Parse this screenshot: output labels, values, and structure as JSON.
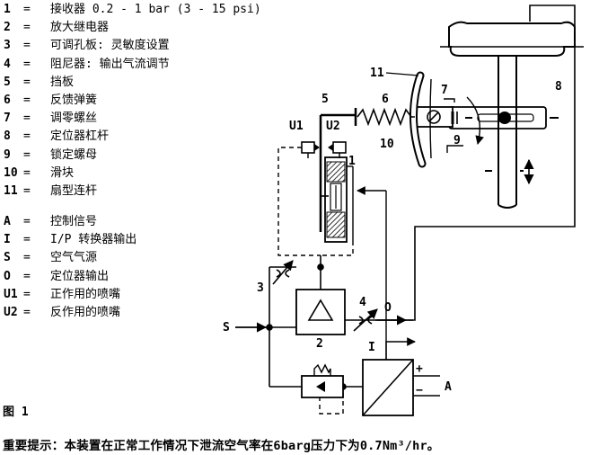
{
  "legend_top": [
    {
      "key": "1",
      "text": "接收器 0.2 - 1 bar (3 - 15 psi)"
    },
    {
      "key": "2",
      "text": "放大继电器"
    },
    {
      "key": "3",
      "text": "可调孔板: 灵敏度设置"
    },
    {
      "key": "4",
      "text": "阻尼器: 输出气流调节"
    },
    {
      "key": "5",
      "text": "挡板"
    },
    {
      "key": "6",
      "text": "反馈弹簧"
    },
    {
      "key": "7",
      "text": "调零螺丝"
    },
    {
      "key": "8",
      "text": "定位器杠杆"
    },
    {
      "key": "9",
      "text": "锁定螺母"
    },
    {
      "key": "10",
      "text": "滑块"
    },
    {
      "key": "11",
      "text": "扇型连杆"
    }
  ],
  "legend_bottom": [
    {
      "key": "A",
      "text": "控制信号"
    },
    {
      "key": "I",
      "text": "I/P 转换器输出"
    },
    {
      "key": "S",
      "text": "空气气源"
    },
    {
      "key": "O",
      "text": "定位器输出"
    },
    {
      "key": "U1",
      "text": "正作用的喷嘴"
    },
    {
      "key": "U2",
      "text": "反作用的喷嘴"
    }
  ],
  "figure_label": "图 1",
  "note": "重要提示：本装置在正常工作情况下泄流空气率在6barg压力下为0.7Nm³/hr。",
  "diagram_labels": {
    "n1": "1",
    "n2": "2",
    "n3": "3",
    "n4": "4",
    "n5": "5",
    "n6": "6",
    "n7": "7",
    "n8": "8",
    "n9": "9",
    "n10": "10",
    "n11": "11",
    "u1": "U1",
    "u2": "U2",
    "s": "S",
    "o": "O",
    "i": "I",
    "a": "A",
    "plus": "+",
    "minus": "−"
  }
}
